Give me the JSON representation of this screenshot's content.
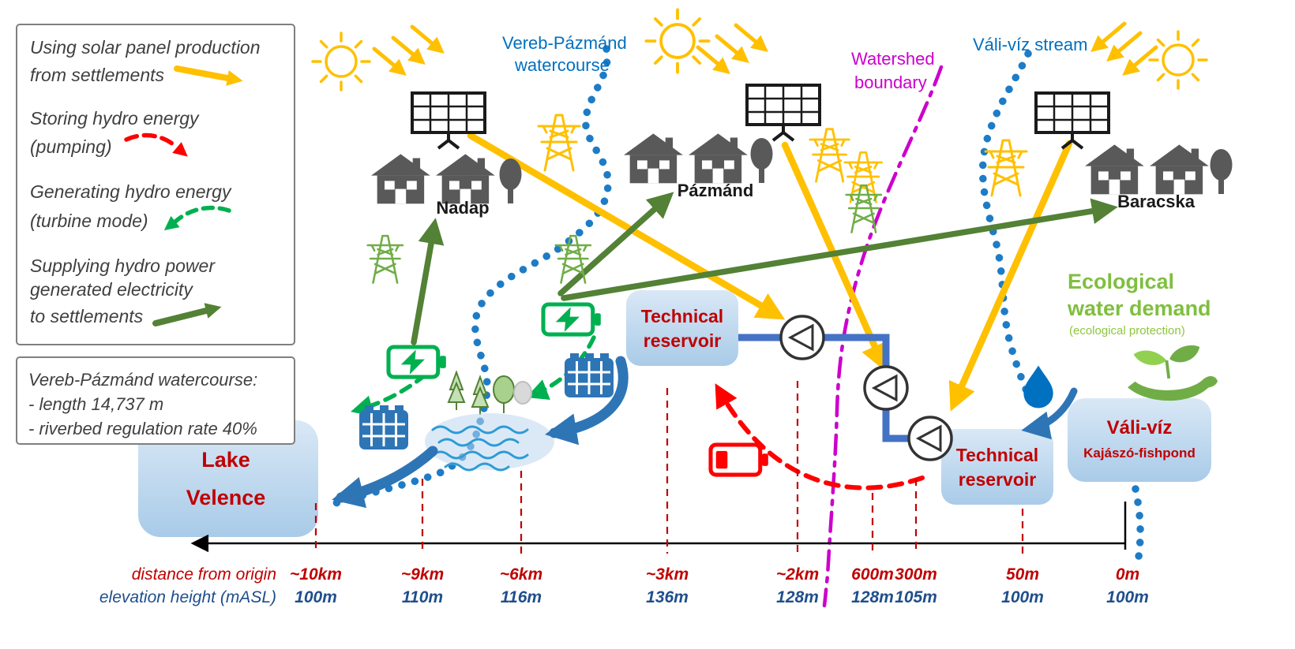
{
  "legend": {
    "items": [
      {
        "id": "solar",
        "lines": [
          "Using solar panel production",
          "from settlements"
        ]
      },
      {
        "id": "pumping",
        "lines": [
          "Storing hydro energy",
          "(pumping)"
        ]
      },
      {
        "id": "turbine",
        "lines": [
          "Generating hydro energy",
          "(turbine mode)"
        ]
      },
      {
        "id": "supply",
        "lines": [
          "Supplying hydro power",
          "generated electricity",
          "to settlements"
        ]
      }
    ]
  },
  "info_box": {
    "lines": [
      "Vereb-Pázmánd watercourse:",
      " - length 14,737 m",
      " - riverbed regulation rate 40%"
    ]
  },
  "labels": {
    "vereb_watercourse": [
      "Vereb-Pázmánd",
      "watercourse"
    ],
    "watershed_boundary": [
      "Watershed",
      "boundary"
    ],
    "vali_viz_stream": "Váli-víz stream",
    "ecological": {
      "line1": "Ecological",
      "line2": "water demand",
      "sub": "(ecological protection)"
    }
  },
  "settlements": {
    "nadap": "Nadap",
    "pazmand": "Pázmánd",
    "baracska": "Baracska"
  },
  "nodes": {
    "technical_reservoir": [
      "Technical",
      "reservoir"
    ],
    "lake_velence": [
      "Lake",
      "Velence"
    ],
    "vali_viz": {
      "name": "Váli-víz",
      "sub": "Kajászó-fishpond"
    }
  },
  "axis": {
    "distance_caption": "distance from origin",
    "elevation_caption": "elevation height (mASL)",
    "ticks": [
      {
        "distance": "~10km",
        "elevation": "100m"
      },
      {
        "distance": "~9km",
        "elevation": "110m"
      },
      {
        "distance": "~6km",
        "elevation": "116m"
      },
      {
        "distance": "~3km",
        "elevation": "136m"
      },
      {
        "distance": "~2km",
        "elevation": "128m"
      },
      {
        "distance": "600m",
        "elevation": "128m"
      },
      {
        "distance": "300m",
        "elevation": "105m"
      },
      {
        "distance": "50m",
        "elevation": "100m"
      },
      {
        "distance": "0m",
        "elevation": "100m"
      }
    ]
  },
  "colors": {
    "solar_arrow": "#FFC000",
    "pumping_arrow": "#FF0000",
    "turbine_arrow": "#00B050",
    "supply_arrow": "#538135",
    "water_blue": "#2E75B6",
    "stream_dots": "#1E7CC6",
    "pipe_blue": "#4472C4",
    "watershed_magenta": "#CC00CC",
    "reservoir_box_fill": "#BDD7EE",
    "box_text_red": "#C00000",
    "eco_green": "#7FBF3F",
    "distance_text_red": "#C00000",
    "elevation_text_blue": "#1F4E8C",
    "settlement_gray": "#595959"
  },
  "icons": {
    "sun-icon": "yellow sun with rays",
    "solar-panel-icon": "black photovoltaic panel grid",
    "house-icon": "gray house silhouette",
    "tree-icon": "gray tree silhouette",
    "pylon-icon": "electricity transmission tower",
    "battery-charging-icon": "green battery with lightning bolt",
    "battery-low-icon": "red battery, low charge",
    "hydro-dam-icon": "blue dam / sluice block",
    "pump-icon": "circle with triangle (pump)",
    "water-drop-icon": "blue droplet",
    "ecology-hand-icon": "green hand holding sprout",
    "lake-water-icon": "blue water waves"
  }
}
